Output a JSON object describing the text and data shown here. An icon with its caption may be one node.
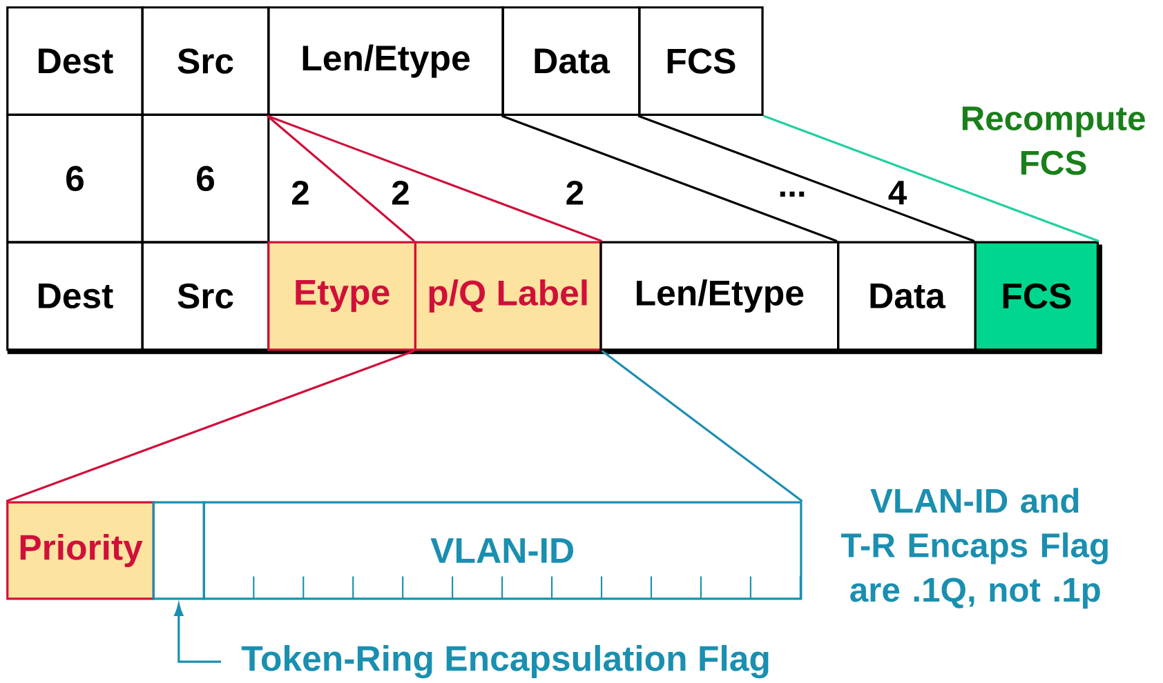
{
  "diagram": {
    "nodes": [
      {
        "text": [
          "Dest"
        ]
      },
      {
        "text": [
          "Src"
        ]
      },
      {
        "text": [
          "Len/Etype"
        ]
      },
      {
        "text": [
          "Data"
        ]
      },
      {
        "text": [
          "FCS"
        ]
      },
      {
        "text": [
          "6"
        ]
      },
      {
        "text": [
          "6"
        ]
      },
      {
        "text": [
          "Dest"
        ]
      },
      {
        "text": [
          "Src"
        ]
      },
      {
        "text": [
          "Etype"
        ]
      },
      {
        "text": [
          "p/Q Label"
        ]
      },
      {
        "text": [
          "Len/Etype"
        ]
      },
      {
        "text": [
          "Data"
        ]
      },
      {
        "text": [
          "FCS"
        ]
      },
      {
        "text": [
          "Priority"
        ]
      },
      {
        "text": [],
        "shape": "box"
      },
      {
        "text": [
          "VLAN-ID"
        ]
      },
      {
        "text": [
          "Token-Ring Encapsulation Flag"
        ]
      }
    ],
    "edges": [
      {
        "from": 2,
        "to": 10,
        "arrow": "none",
        "color": "#d0103a"
      },
      {
        "from": 2,
        "to": 10,
        "arrow": "none",
        "color": "#d0103a"
      },
      {
        "from": 3,
        "to": 12,
        "arrow": "none",
        "color": "#000000"
      },
      {
        "from": 4,
        "to": 13,
        "arrow": "none",
        "color": "#000000"
      },
      {
        "from": 4,
        "to": 13,
        "arrow": "none",
        "color": "#20d0a0"
      },
      {
        "from": 10,
        "to": 14,
        "arrow": "none",
        "color": "#d0103a"
      },
      {
        "from": 10,
        "to": 16,
        "arrow": "none",
        "color": "#1a8fb0"
      },
      {
        "from": 17,
        "to": 15,
        "arrow": "to",
        "color": "#1a8fb0"
      }
    ],
    "labels": [
      "2",
      "2",
      "2",
      "...",
      "4",
      "Recompute FCS",
      "VLAN-ID and T-R Encaps Flag are .1Q, not .1p"
    ]
  }
}
